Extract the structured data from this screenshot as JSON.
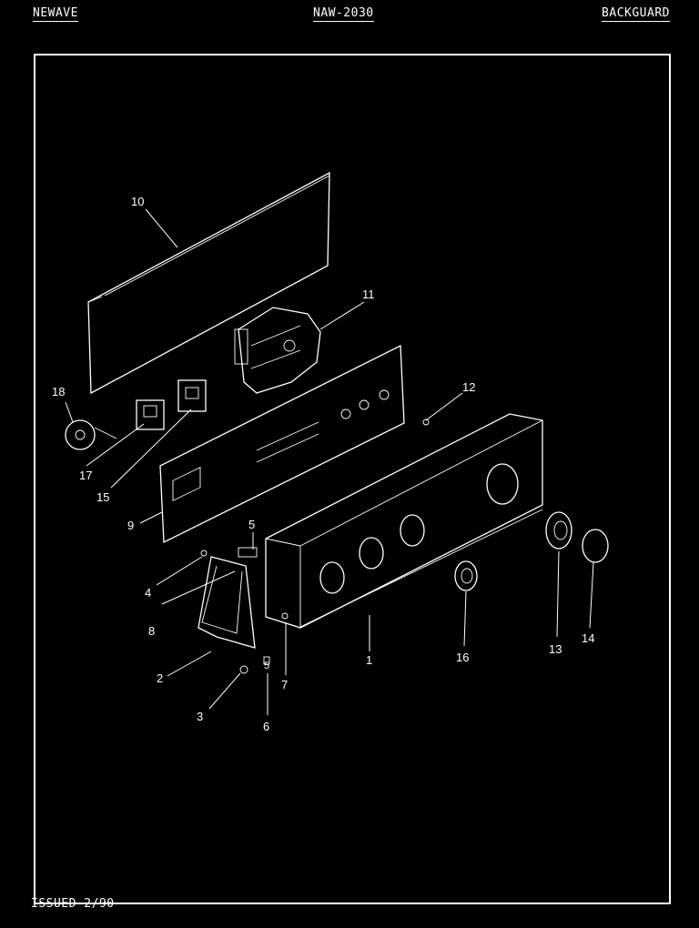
{
  "header": {
    "brand": "NEWAVE",
    "model": "NAW-2030",
    "section": "BACKGUARD"
  },
  "footer": {
    "issued": "ISSUED 2/90"
  },
  "callouts": [
    "1",
    "2",
    "3",
    "4",
    "5",
    "5",
    "6",
    "7",
    "8",
    "9",
    "10",
    "11",
    "12",
    "13",
    "14",
    "15",
    "16",
    "17",
    "18"
  ]
}
